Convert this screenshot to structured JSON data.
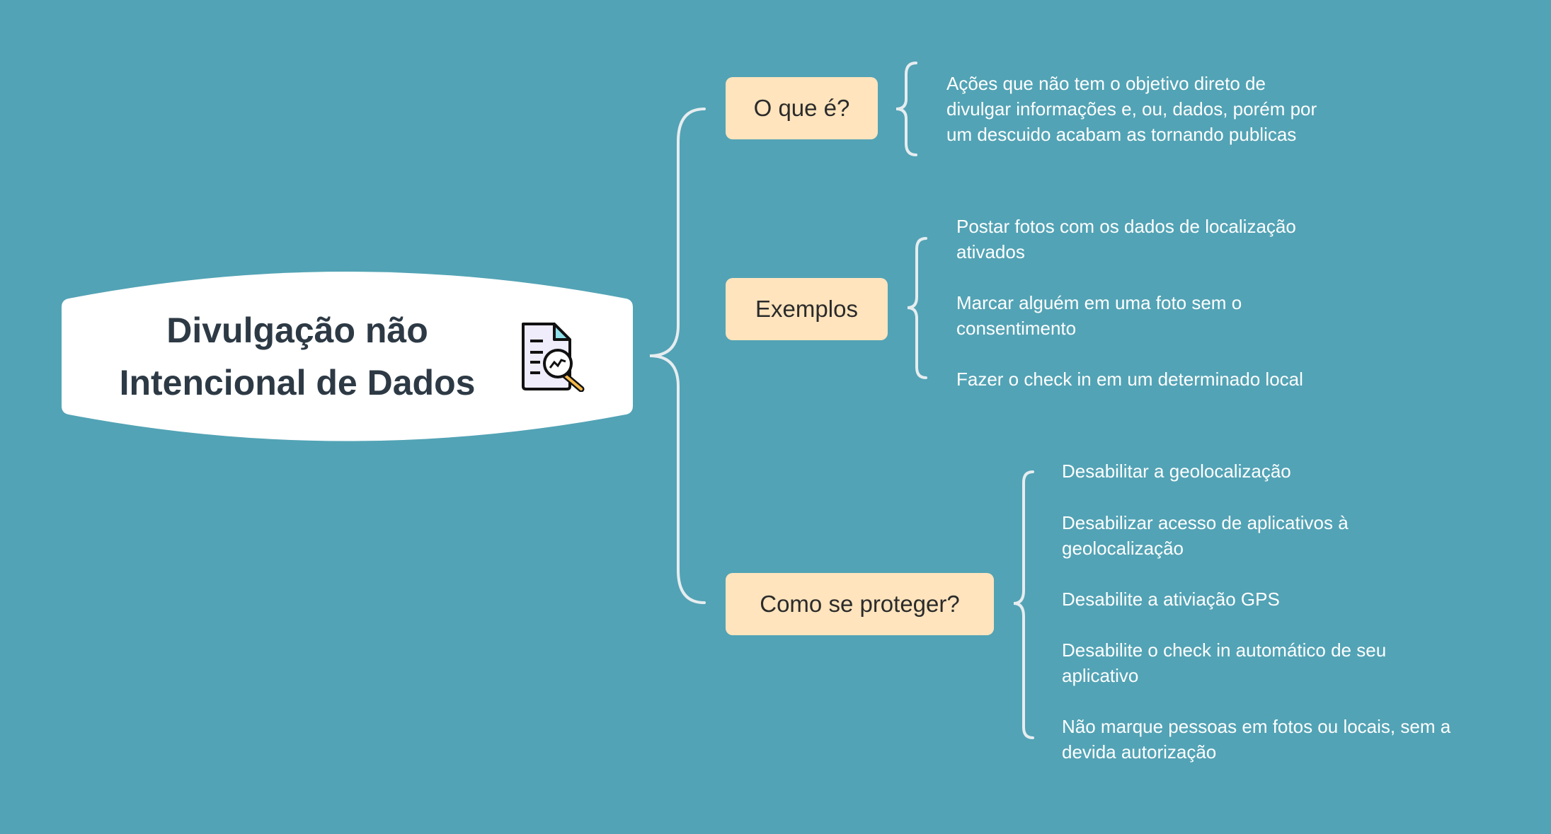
{
  "root": {
    "title": "Divulgação não\nIntencional de Dados",
    "icon": "document-search-icon"
  },
  "branches": [
    {
      "label": "O que é?",
      "items": [
        "Ações que não tem o objetivo direto de\ndivulgar informações e, ou, dados, porém por\num descuido acabam as tornando publicas"
      ]
    },
    {
      "label": "Exemplos",
      "items": [
        "Postar fotos com os dados de localização\nativados",
        "Marcar alguém em uma foto sem o\nconsentimento",
        "Fazer o check in em um determinado local"
      ]
    },
    {
      "label": "Como se proteger?",
      "items": [
        "Desabilitar a geolocalização",
        "Desabilizar acesso de aplicativos à\ngeolocalização",
        "Desabilite a ativiação GPS",
        "Desabilite o check in automático de seu\naplicativo",
        "Não marque pessoas em fotos ou locais, sem a\ndevida autorização"
      ]
    }
  ],
  "colors": {
    "background": "#52a3b5",
    "box": "#ffe4bd",
    "brace": "#e6edf0",
    "title": "#2d3a45"
  }
}
